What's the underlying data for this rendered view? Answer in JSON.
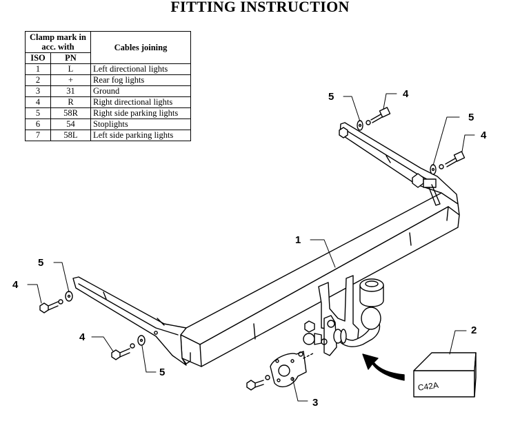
{
  "title": "FITTING INSTRUCTION",
  "table": {
    "header_group": "Clamp mark in acc. with",
    "header_iso": "ISO",
    "header_pn": "PN",
    "header_cables": "Cables joining",
    "rows": [
      {
        "iso": "1",
        "pn": "L",
        "desc": "Left directional lights"
      },
      {
        "iso": "2",
        "pn": "+",
        "desc": "Rear fog lights"
      },
      {
        "iso": "3",
        "pn": "31",
        "desc": "Ground"
      },
      {
        "iso": "4",
        "pn": "R",
        "desc": "Right directional lights"
      },
      {
        "iso": "5",
        "pn": "58R",
        "desc": "Right side parking lights"
      },
      {
        "iso": "6",
        "pn": "54",
        "desc": "Stoplights"
      },
      {
        "iso": "7",
        "pn": "58L",
        "desc": "Left side parking lights"
      }
    ]
  },
  "callouts": {
    "washer_top_left": "5",
    "bolt_top": "4",
    "washer_top_right": "5",
    "bolt_right": "4",
    "crossbar": "1",
    "washer_left": "5",
    "bolt_left": "4",
    "bolt_lower": "4",
    "washer_lower": "5",
    "socket_plate": "3",
    "wiring_kit": "2"
  },
  "box_label": "C42A"
}
